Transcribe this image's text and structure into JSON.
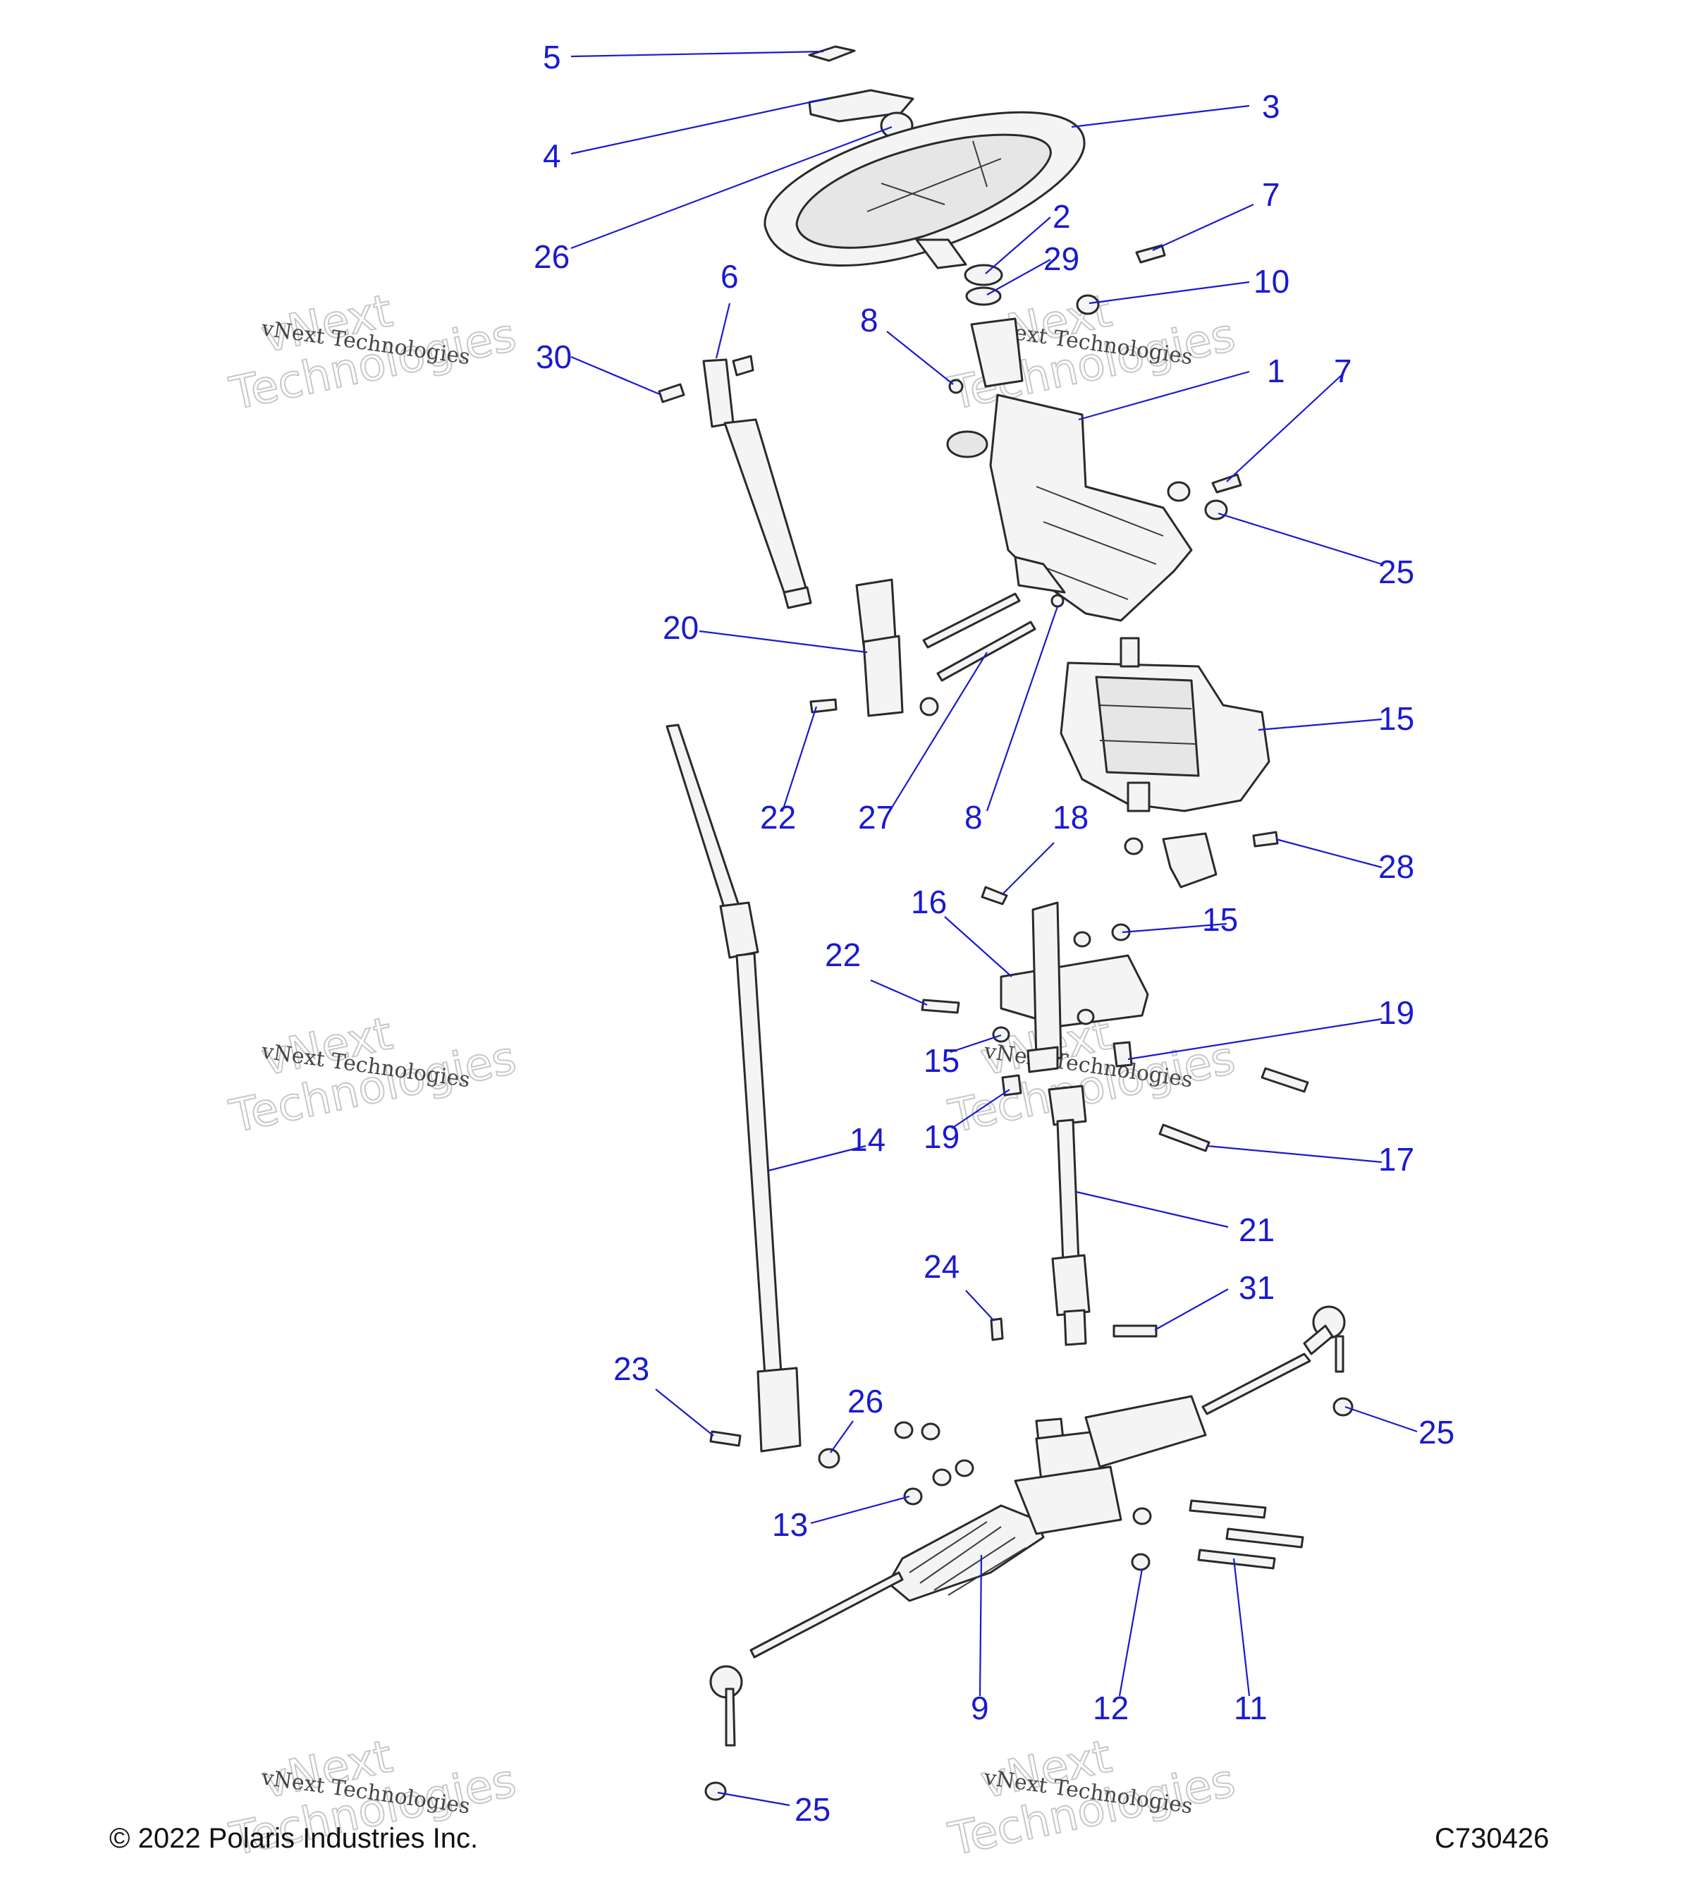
{
  "callouts": {
    "c5": "5",
    "c4": "4",
    "c3": "3",
    "c26a": "26",
    "c7a": "7",
    "c2": "2",
    "c29": "29",
    "c10": "10",
    "c6": "6",
    "c8a": "8",
    "c30": "30",
    "c1": "1",
    "c7b": "7",
    "c25a": "25",
    "c20": "20",
    "c15a": "15",
    "c22a": "22",
    "c27": "27",
    "c8b": "8",
    "c18": "18",
    "c28": "28",
    "c16": "16",
    "c15b": "15",
    "c22b": "22",
    "c19a": "19",
    "c15c": "15",
    "c19b": "19",
    "c14": "14",
    "c17": "17",
    "c21": "21",
    "c24": "24",
    "c31": "31",
    "c23": "23",
    "c26b": "26",
    "c25b": "25",
    "c13": "13",
    "c9": "9",
    "c12": "12",
    "c11": "11",
    "c25c": "25"
  },
  "watermark": {
    "small": "vNext Technologies",
    "big_line1": "vNext",
    "big_line2": "Technologies"
  },
  "footer": {
    "copyright": "© 2022 Polaris Industries Inc.",
    "code": "C730426"
  },
  "colors": {
    "callout": "#1a1ad0",
    "line_art": "#2a2a2a"
  }
}
